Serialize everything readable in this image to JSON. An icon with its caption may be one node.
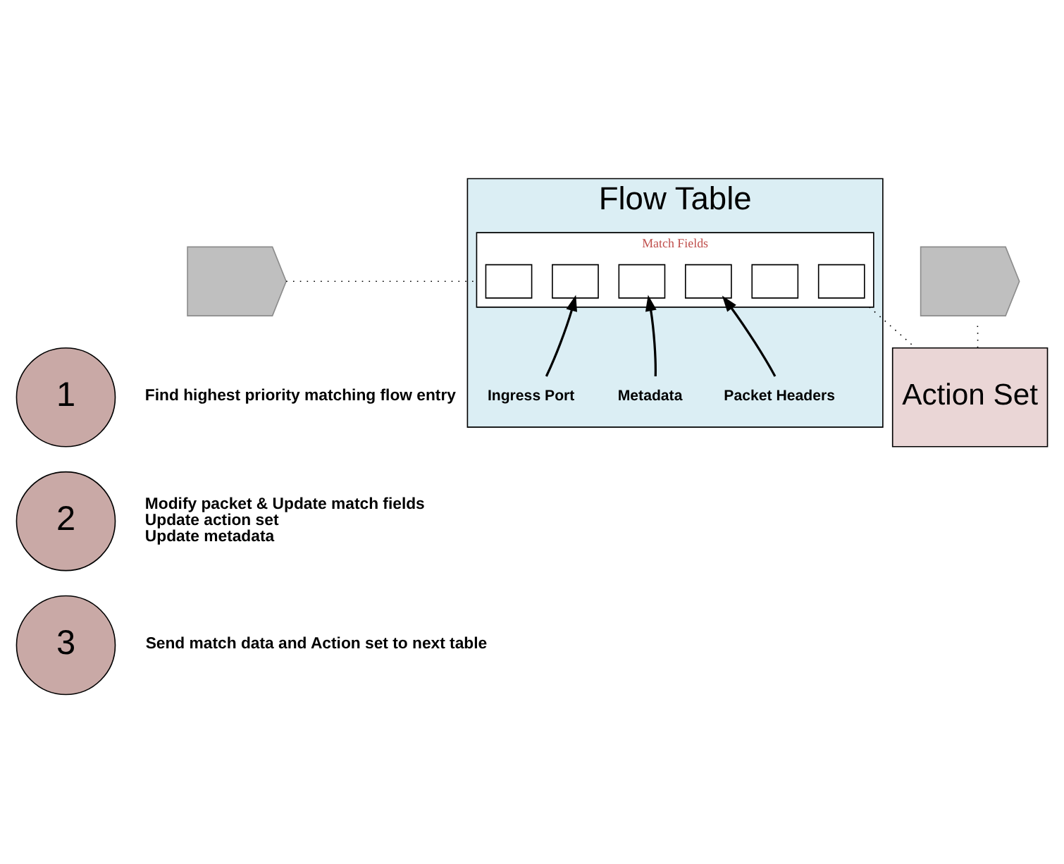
{
  "diagram": {
    "nodes": [
      {
        "text": [],
        "shape": "chevron"
      },
      {
        "text": [
          "Flow Table"
        ]
      },
      {
        "text": [
          "Match Fields"
        ],
        "in": 1
      },
      {
        "text": [],
        "shape": "box",
        "in": 2
      },
      {
        "text": [],
        "shape": "box",
        "in": 2
      },
      {
        "text": [],
        "shape": "box",
        "in": 2
      },
      {
        "text": [],
        "shape": "box",
        "in": 2
      },
      {
        "text": [],
        "shape": "box",
        "in": 2
      },
      {
        "text": [],
        "shape": "box",
        "in": 2
      },
      {
        "text": [
          "Ingress Port"
        ],
        "in": 1
      },
      {
        "text": [
          "Metadata"
        ],
        "in": 1
      },
      {
        "text": [
          "Packet Headers"
        ],
        "in": 1
      },
      {
        "text": [
          "Action Set"
        ]
      },
      {
        "text": [],
        "shape": "chevron"
      },
      {
        "text": [
          "1"
        ],
        "beside": [
          "Find highest priority matching flow entry"
        ]
      },
      {
        "text": [
          "2"
        ],
        "beside": [
          "Modify packet & Update match fields",
          "Update action set",
          "Update metadata"
        ]
      },
      {
        "text": [
          "3"
        ],
        "beside": [
          "Send match data and Action set to next table"
        ]
      }
    ],
    "edges": [
      {
        "from": 0,
        "to": 2,
        "arrow": "none",
        "style": "dashed"
      },
      {
        "from": 2,
        "to": 12,
        "arrow": "none",
        "style": "dashed"
      },
      {
        "from": 12,
        "to": 13,
        "arrow": "none",
        "style": "dashed"
      },
      {
        "from": 9,
        "to": 4,
        "arrow": "to"
      },
      {
        "from": 10,
        "to": 5,
        "arrow": "to"
      },
      {
        "from": 11,
        "to": 6,
        "arrow": "to"
      }
    ]
  }
}
